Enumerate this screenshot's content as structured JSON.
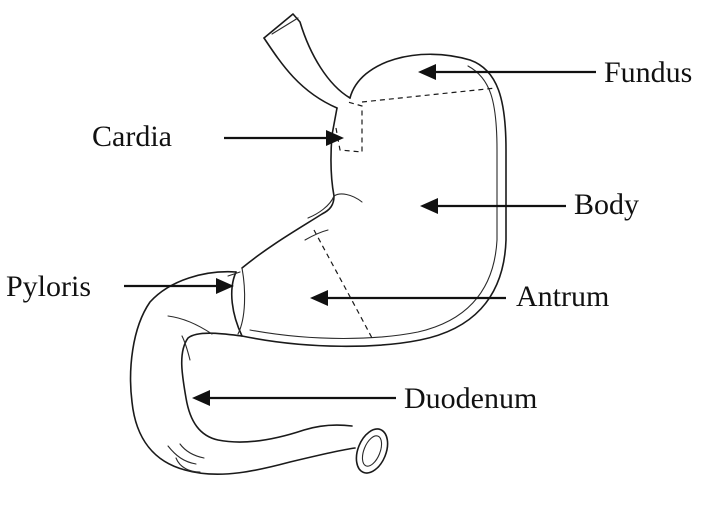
{
  "labels": {
    "fundus": "Fundus",
    "cardia": "Cardia",
    "body": "Body",
    "pyloris": "Pyloris",
    "antrum": "Antrum",
    "duodenum": "Duodenum"
  }
}
